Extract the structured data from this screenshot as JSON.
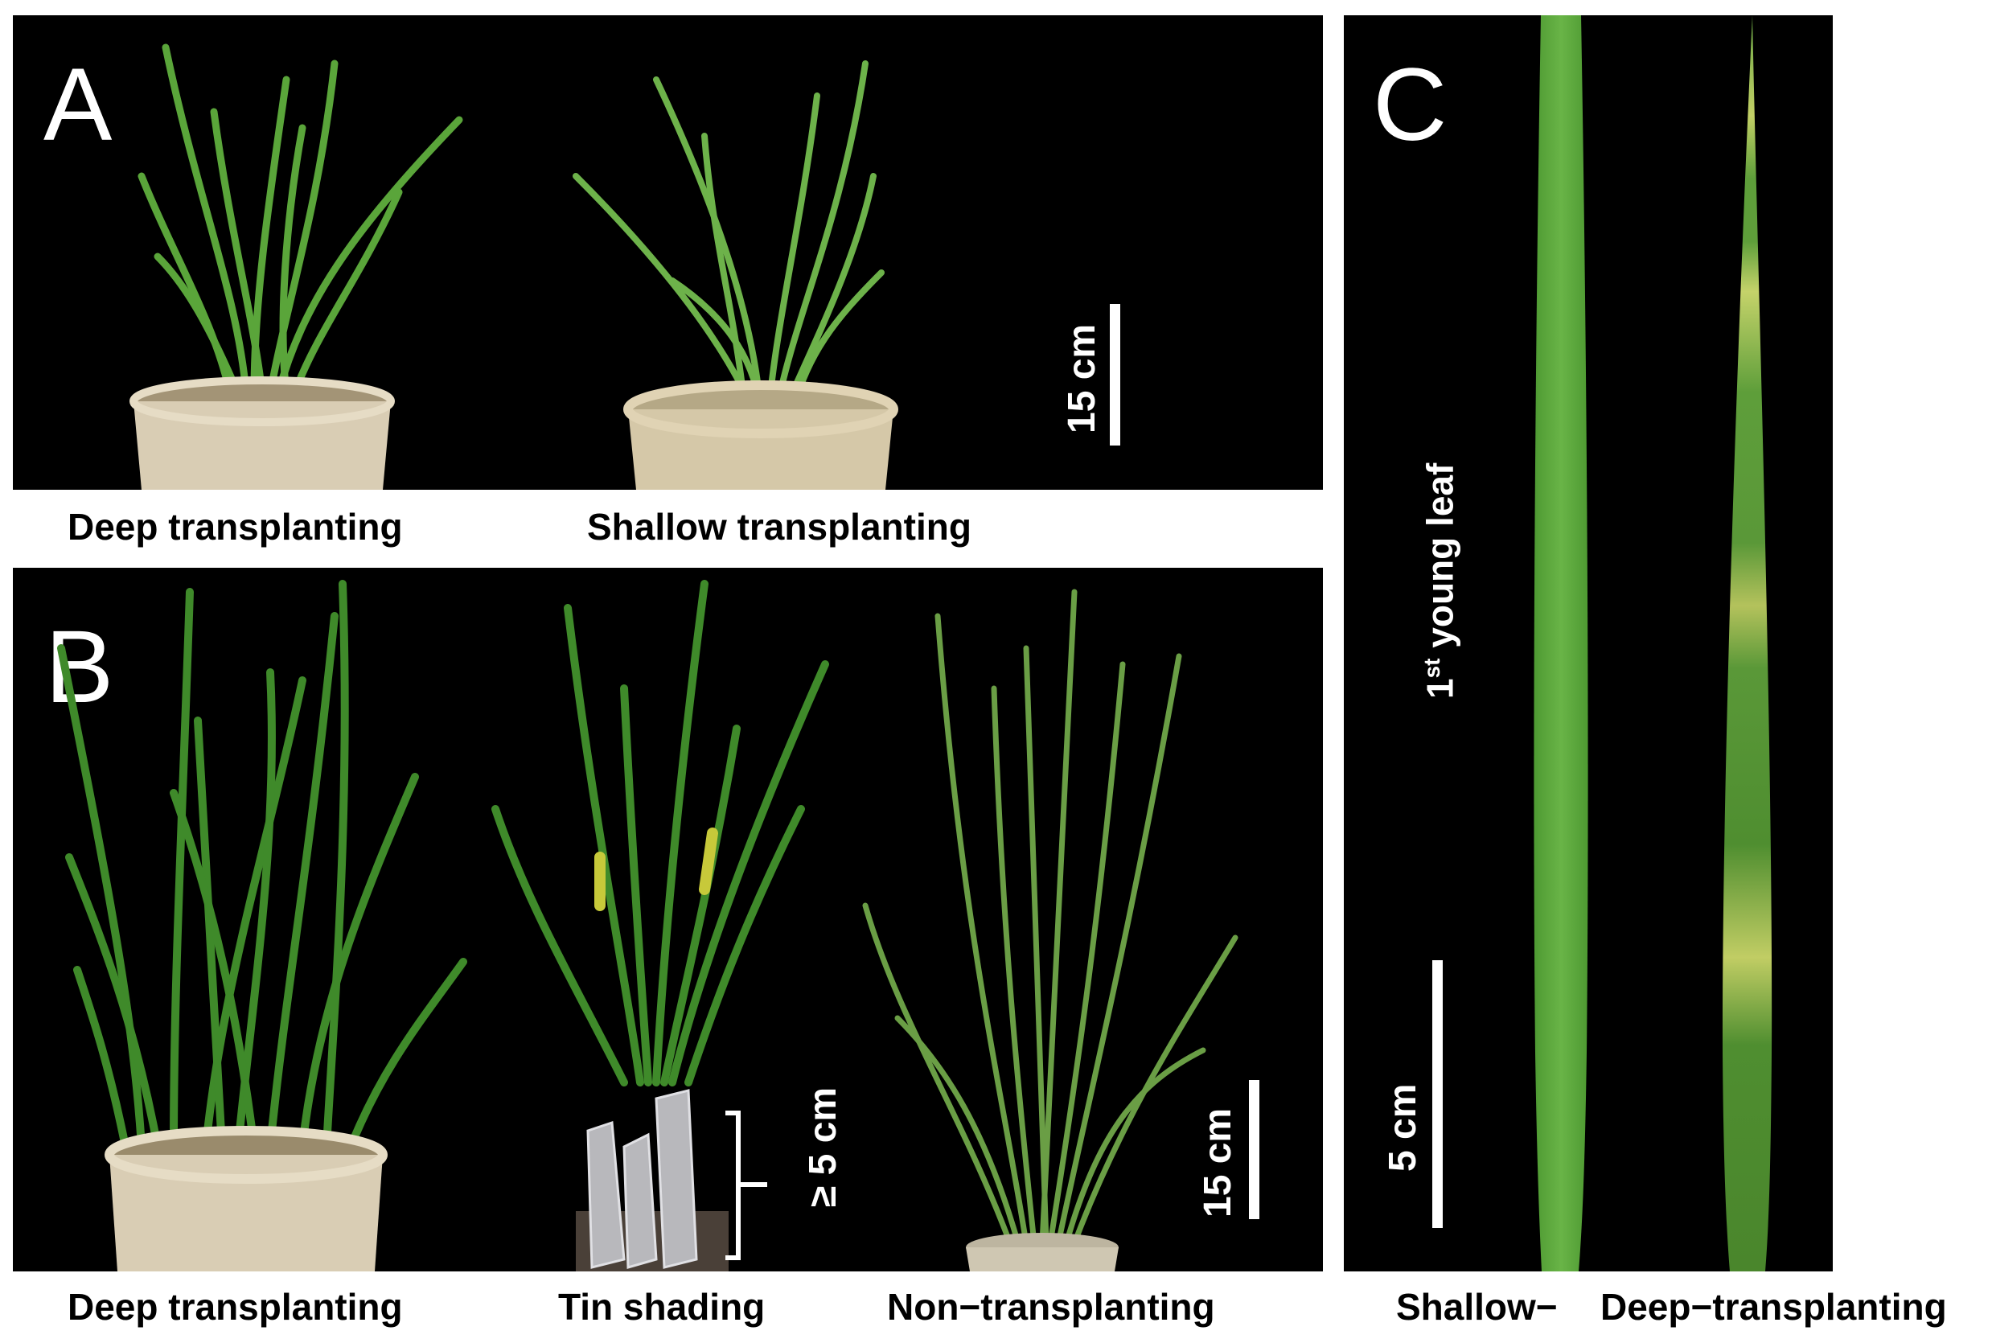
{
  "panels": {
    "a": {
      "letter": "A",
      "captions": [
        "Deep transplanting",
        "Shallow transplanting"
      ],
      "scale_label": "15 cm"
    },
    "b": {
      "letter": "B",
      "captions": [
        "Deep transplanting",
        "Tin shading",
        "Non−transplanting"
      ],
      "bracket_label": "≥ 5 cm",
      "scale_label": "15 cm"
    },
    "c": {
      "letter": "C",
      "leaf_label_base": "1",
      "leaf_label_sup": "st",
      "leaf_label_rest": " young leaf",
      "scale_label": "5 cm",
      "captions": [
        "Shallow−",
        "Deep−transplanting"
      ]
    }
  },
  "colors": {
    "background": "#000000",
    "leaf_green": "#5aa53a",
    "leaf_dark": "#3f8a2a",
    "chlorotic_band": "#c9d86a",
    "bucket": "#d9cdb4",
    "tin_foil": "#b8b8bc"
  }
}
